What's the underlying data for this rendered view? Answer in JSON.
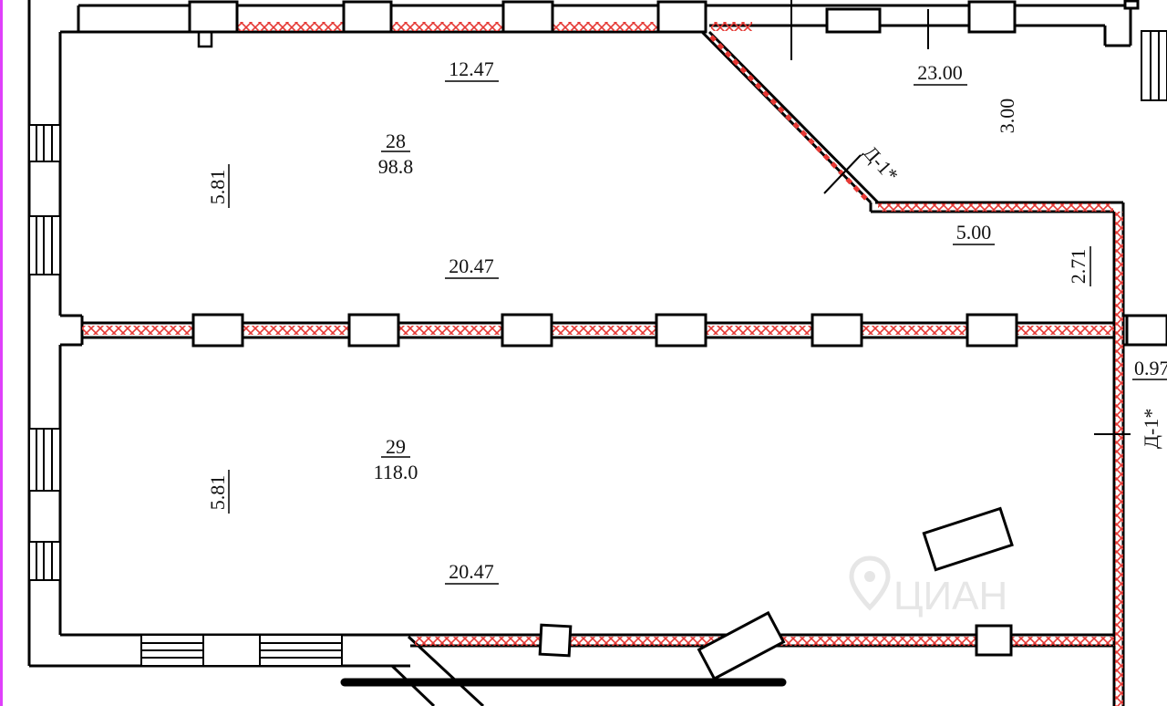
{
  "colors": {
    "wall": "#000000",
    "hatch": "#e53935",
    "margin_line": "#e040fb",
    "watermark": "#e6e6e6"
  },
  "rooms": [
    {
      "number": "28",
      "area": "98.8"
    },
    {
      "number": "29",
      "area": "118.0"
    }
  ],
  "dimensions": {
    "room28_top": "12.47",
    "room28_bottom": "20.47",
    "room28_left": "5.81",
    "room29_left": "5.81",
    "room29_bottom": "20.47",
    "upper_right_width": "23.00",
    "upper_right_height": "3.00",
    "notch_width": "5.00",
    "notch_height": "2.71",
    "right_small": "0.97"
  },
  "doors": [
    {
      "label": "Д-1*"
    },
    {
      "label": "Д-1*"
    }
  ],
  "watermark": {
    "icon": "location-pin-icon",
    "text": "ЦИАН"
  }
}
